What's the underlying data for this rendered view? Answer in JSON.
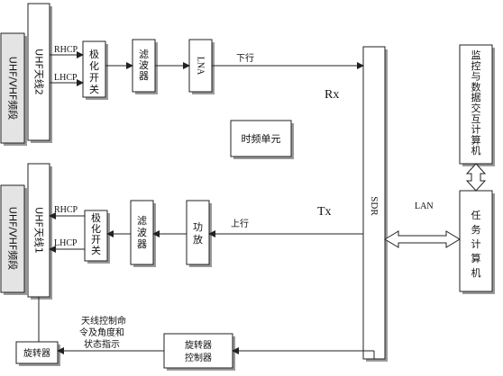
{
  "diagram": {
    "upper_band": "UHF/VHF频段",
    "lower_band": "UHF/VHF频段",
    "antenna2": "UHF天线2",
    "antenna1": "UHF天线1",
    "rhcp": "RHCP",
    "lhcp": "LHCP",
    "polar_switch": "极化开关",
    "filter": "滤波器",
    "lna": "LNA",
    "power_amp": "功放",
    "downlink": "下行",
    "uplink": "上行",
    "rx": "Rx",
    "tx": "Tx",
    "time_freq_unit": "时频单元",
    "sdr": "SDR",
    "lan": "LAN",
    "monitor_computer": "监控与数据交互计算机",
    "task_computer": "任务计算机",
    "rotator": "旋转器",
    "rotator_controller": "旋转器控制器",
    "antenna_cmd_line1": "天线控制命",
    "antenna_cmd_line2": "令及角度和",
    "antenna_cmd_line3": "状态指示"
  },
  "colors": {
    "stroke": "#222222",
    "box_shadow": "#9a9a9a",
    "band_fill": "#e4e4e4",
    "arrow_fill": "#ffffff"
  }
}
